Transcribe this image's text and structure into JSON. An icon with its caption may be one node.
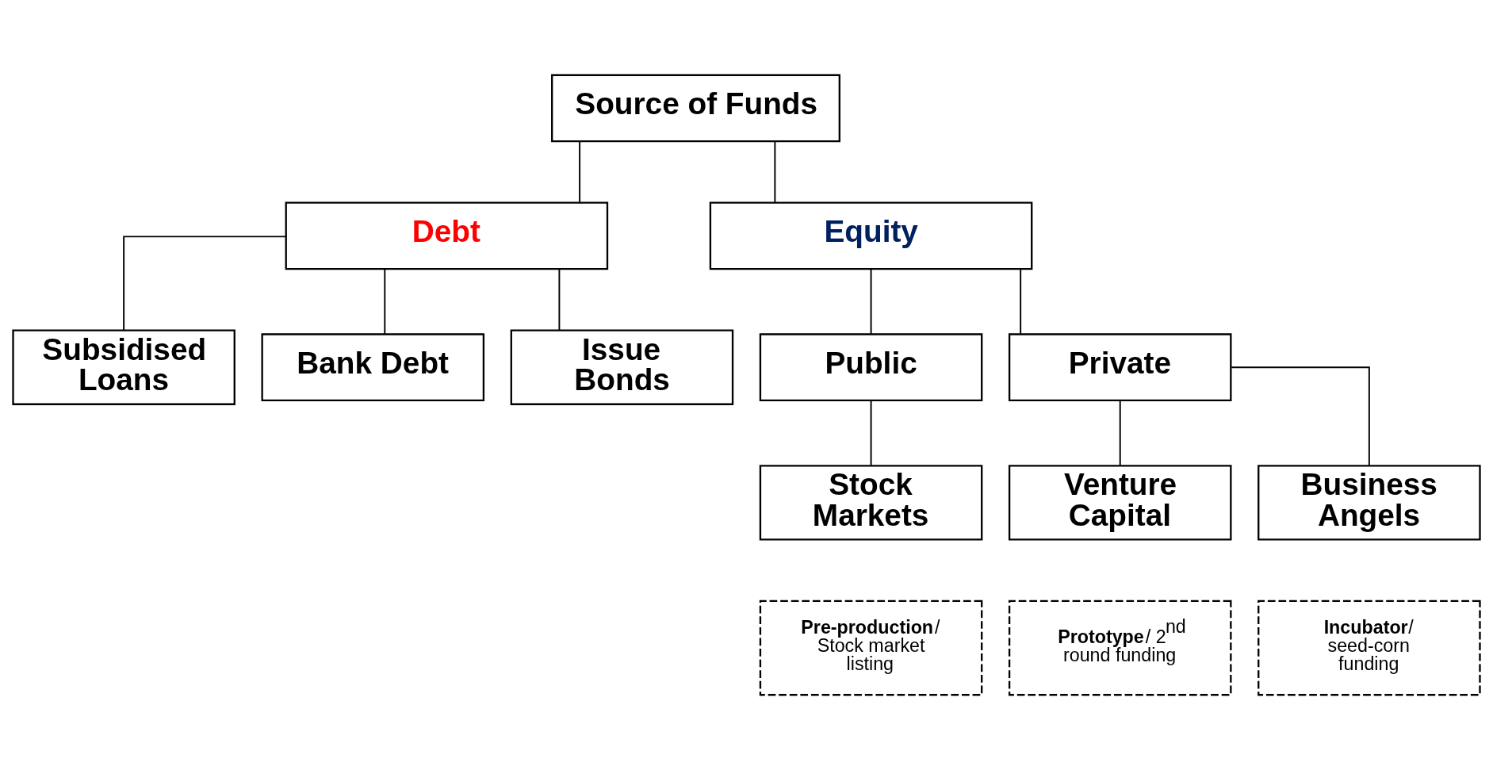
{
  "diagram": {
    "nodes": [
      {
        "text": [
          "Source of Funds"
        ]
      },
      {
        "text": [
          "Debt"
        ]
      },
      {
        "text": [
          "Equity"
        ]
      },
      {
        "text": [
          "Subsidised Loans"
        ]
      },
      {
        "text": [
          "Bank Debt"
        ]
      },
      {
        "text": [
          "Issue Bonds"
        ]
      },
      {
        "text": [
          "Public"
        ]
      },
      {
        "text": [
          "Private"
        ]
      },
      {
        "text": [
          "Stock Markets"
        ]
      },
      {
        "text": [
          "Venture Capital"
        ]
      },
      {
        "text": [
          "Business Angels"
        ]
      },
      {
        "text": [
          "**Pre-production**/ Stock market listing"
        ]
      },
      {
        "text": [
          "**Prototype**/ 2$^{nd}$ round funding"
        ]
      },
      {
        "text": [
          "**Incubator**/ seed-corn funding"
        ]
      }
    ],
    "edges": [
      {
        "from": 0,
        "to": 1,
        "arrow": "none"
      },
      {
        "from": 0,
        "to": 2,
        "arrow": "none"
      },
      {
        "from": 1,
        "to": 3,
        "arrow": "none"
      },
      {
        "from": 1,
        "to": 4,
        "arrow": "none"
      },
      {
        "from": 1,
        "to": 5,
        "arrow": "none"
      },
      {
        "from": 2,
        "to": 6,
        "arrow": "none"
      },
      {
        "from": 2,
        "to": 7,
        "arrow": "none"
      },
      {
        "from": 6,
        "to": 8,
        "arrow": "none"
      },
      {
        "from": 7,
        "to": 9,
        "arrow": "none"
      },
      {
        "from": 7,
        "to": 10,
        "arrow": "none"
      }
    ]
  }
}
